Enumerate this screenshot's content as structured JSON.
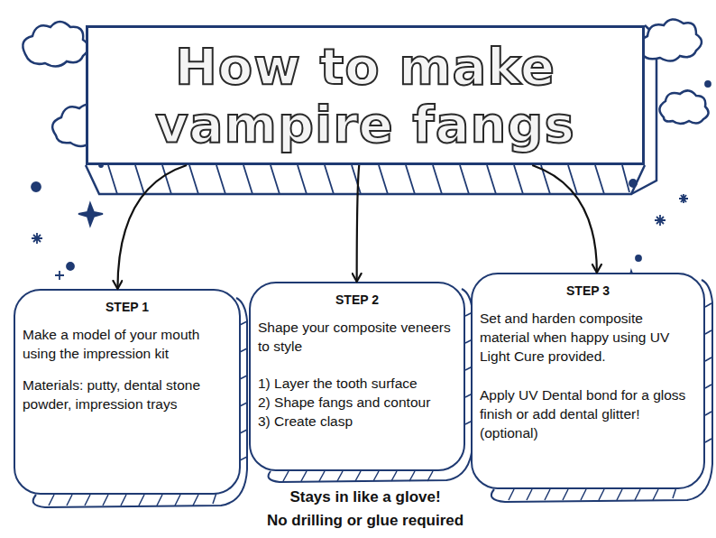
{
  "diagram": {
    "nodes": [
      {
        "text": [
          "How to make vampire fangs"
        ]
      },
      {
        "text": [
          "STEP 1",
          "Make a model of your mouth using the impression kit",
          "Materials: putty, dental stone powder, impression trays"
        ]
      },
      {
        "text": [
          "STEP 2",
          "Shape your composite veneers to style",
          "1) Layer the tooth surface",
          "2) Shape fangs and contour",
          "3) Create clasp"
        ]
      },
      {
        "text": [
          "STEP 3",
          "Set and harden composite material when happy using UV Light Cure provided.",
          "Apply UV Dental bond for a gloss finish or add dental glitter! (optional)"
        ]
      }
    ],
    "edges": [
      {
        "from": 0,
        "to": 1,
        "arrow": "to"
      },
      {
        "from": 0,
        "to": 2,
        "arrow": "to"
      },
      {
        "from": 0,
        "to": 3,
        "arrow": "to"
      }
    ],
    "labels": [
      "Stays in like a glove!",
      "No drilling or glue required"
    ]
  }
}
